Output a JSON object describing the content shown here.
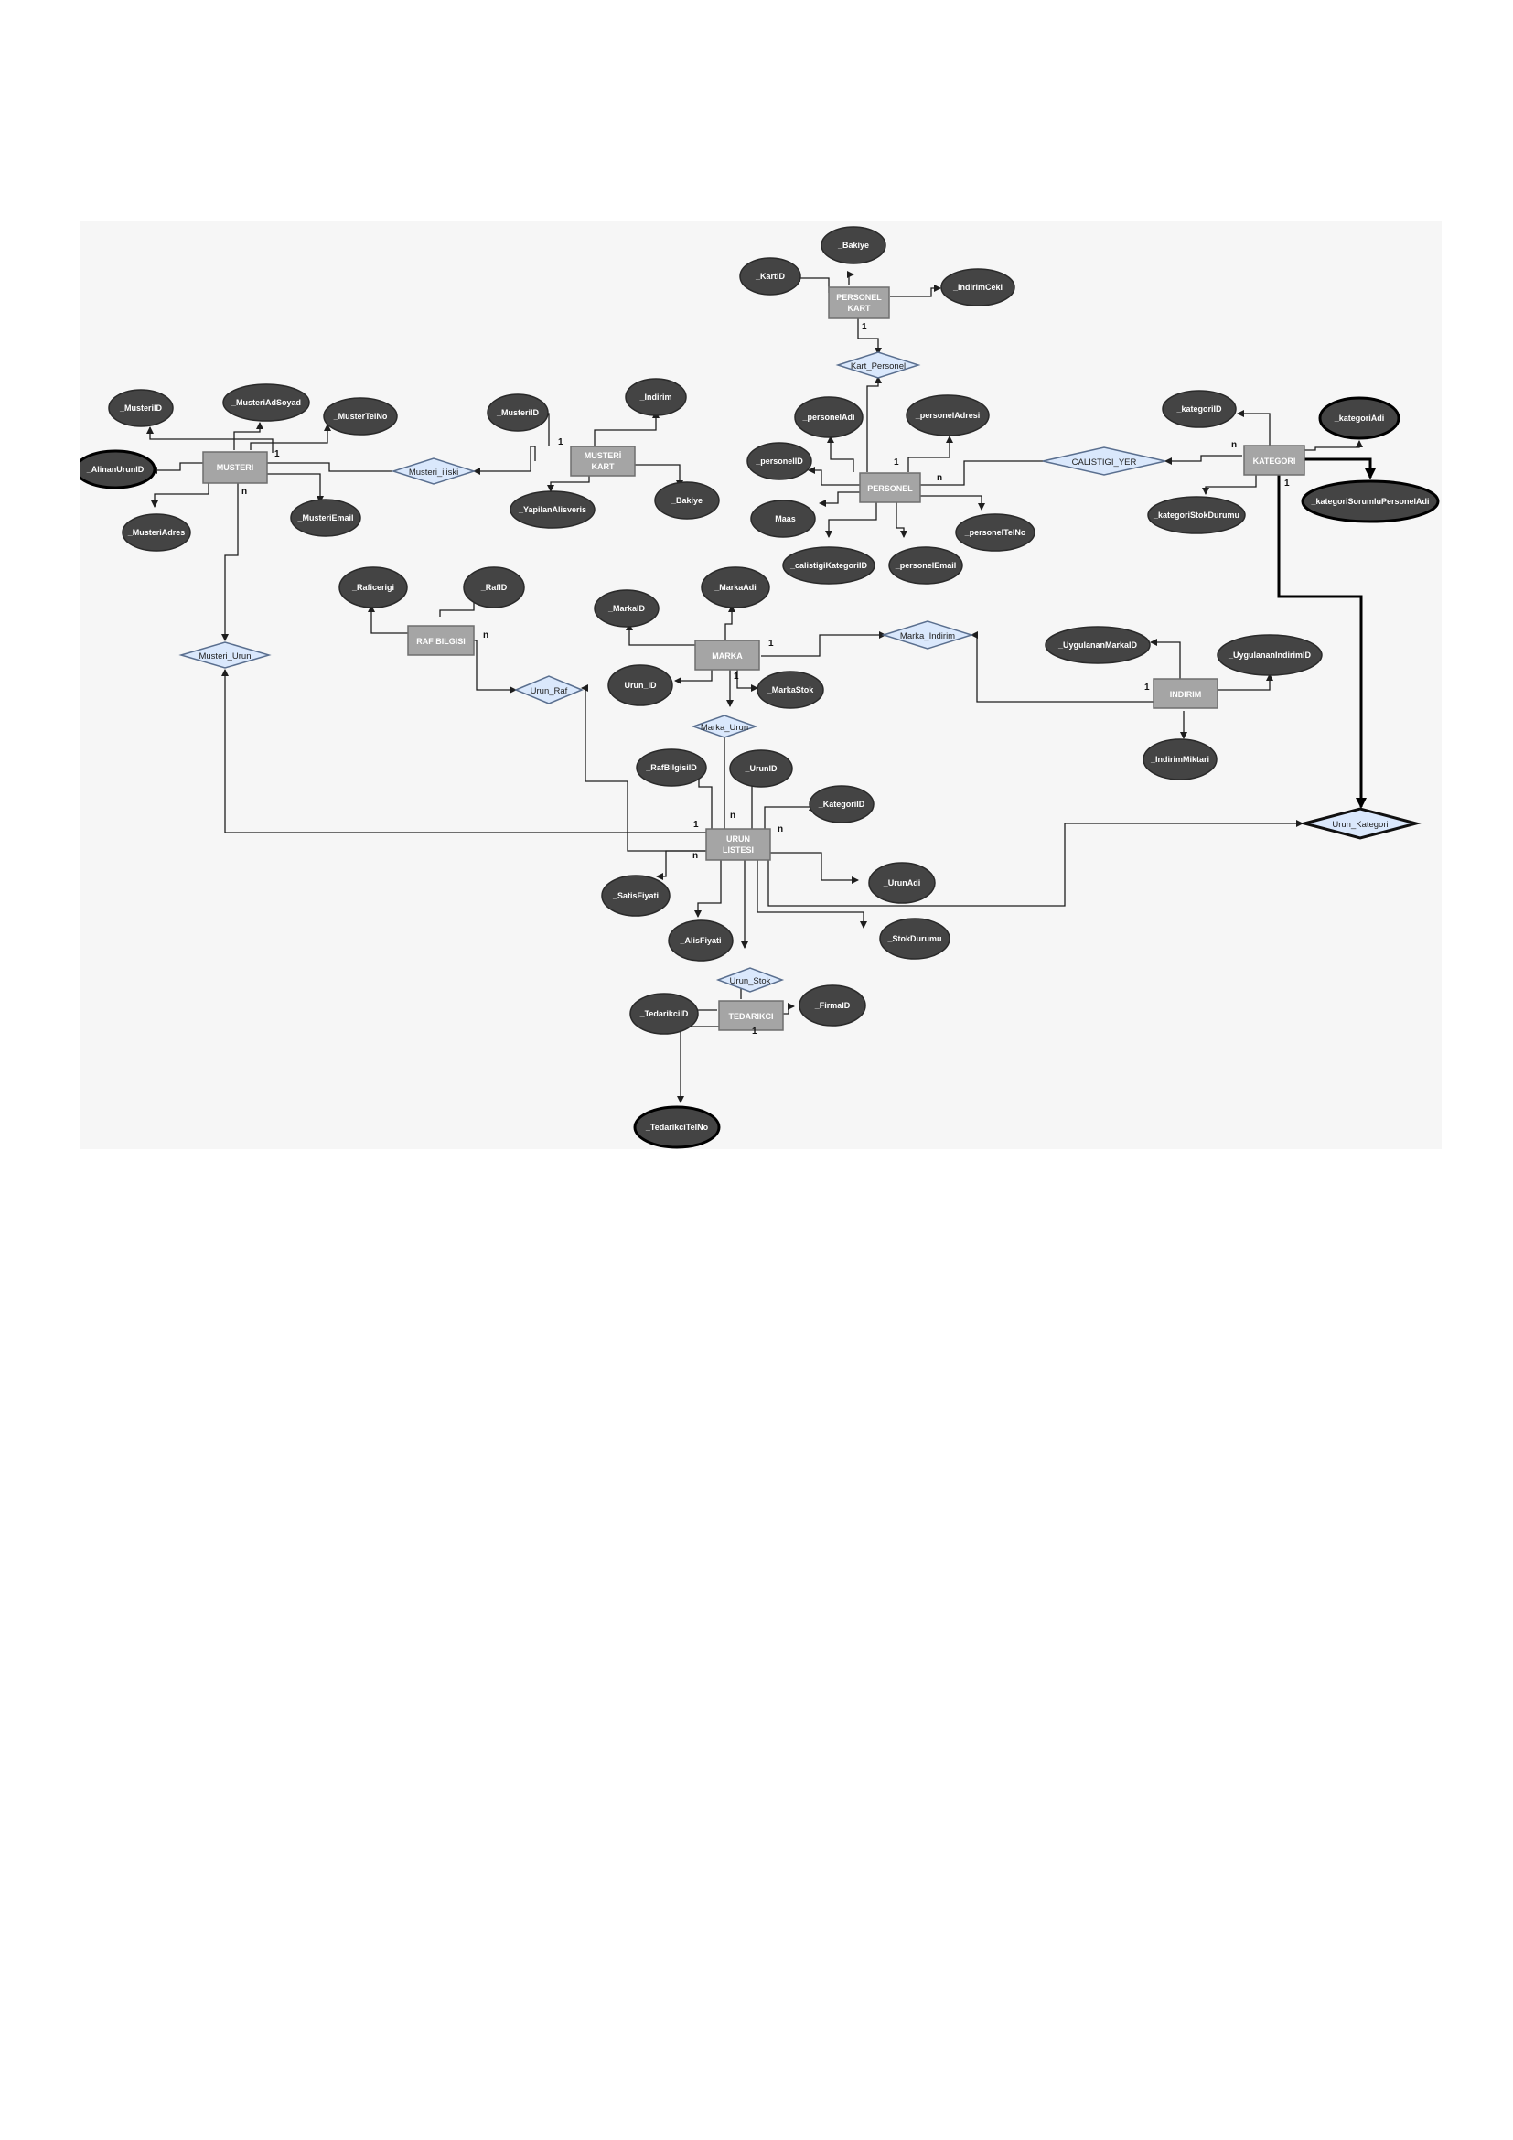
{
  "entities": [
    {
      "id": "personel_kart",
      "lines": [
        "PERSONEL",
        "KART"
      ]
    },
    {
      "id": "musteri",
      "lines": [
        "MUSTERI"
      ]
    },
    {
      "id": "musteri_kart",
      "lines": [
        "MUSTERİ",
        "KART"
      ]
    },
    {
      "id": "personel",
      "lines": [
        "PERSONEL"
      ]
    },
    {
      "id": "kategori",
      "lines": [
        "KATEGORI"
      ]
    },
    {
      "id": "raf_bilgisi",
      "lines": [
        "RAF BILGISI"
      ]
    },
    {
      "id": "marka",
      "lines": [
        "MARKA"
      ]
    },
    {
      "id": "indirim",
      "lines": [
        "INDIRIM"
      ]
    },
    {
      "id": "urun_listesi",
      "lines": [
        "URUN",
        "LISTESI"
      ]
    },
    {
      "id": "tedarikci",
      "lines": [
        "TEDARIKCI"
      ]
    }
  ],
  "relationships": [
    {
      "id": "kart_personel",
      "label": "Kart_Personel"
    },
    {
      "id": "musteri_iliski",
      "label": "Musteri_iliski"
    },
    {
      "id": "calistigi_yer",
      "label": "CALISTIGI_YER"
    },
    {
      "id": "musteri_urun",
      "label": "Musteri_Urun"
    },
    {
      "id": "urun_raf",
      "label": "Urun_Raf"
    },
    {
      "id": "marka_urun",
      "label": "Marka_Urun"
    },
    {
      "id": "marka_indirim",
      "label": "Marka_Indirim"
    },
    {
      "id": "urun_kategori",
      "label": "Urun_Kategori"
    },
    {
      "id": "urun_stok",
      "label": "Urun_Stok"
    }
  ],
  "attributes": [
    {
      "id": "pk_bakiye",
      "label": "_Bakiye"
    },
    {
      "id": "pk_kartid",
      "label": "_KartID"
    },
    {
      "id": "pk_indirimceki",
      "label": "_IndirimCeki"
    },
    {
      "id": "m_musteriid",
      "label": "_MusteriID"
    },
    {
      "id": "m_adsoyad",
      "label": "_MusteriAdSoyad"
    },
    {
      "id": "m_telno",
      "label": "_MusterTelNo"
    },
    {
      "id": "m_alinanurunid",
      "label": "_AlinanUrunID"
    },
    {
      "id": "m_adres",
      "label": "_MusteriAdres"
    },
    {
      "id": "m_email",
      "label": "_MusteriEmail"
    },
    {
      "id": "mk_musteriid",
      "label": "_MusteriID"
    },
    {
      "id": "mk_indirim",
      "label": "_Indirim"
    },
    {
      "id": "mk_yapilan",
      "label": "_YapilanAlisveris"
    },
    {
      "id": "mk_bakiye",
      "label": "_Bakiye"
    },
    {
      "id": "p_adi",
      "label": "_personelAdi"
    },
    {
      "id": "p_adresi",
      "label": "_personelAdresi"
    },
    {
      "id": "p_id",
      "label": "_personelID"
    },
    {
      "id": "p_maas",
      "label": "_Maas"
    },
    {
      "id": "p_calkat",
      "label": "_calistigiKategoriID"
    },
    {
      "id": "p_email",
      "label": "_personelEmail"
    },
    {
      "id": "p_telno",
      "label": "_personelTelNo"
    },
    {
      "id": "k_id",
      "label": "_kategoriID"
    },
    {
      "id": "k_adi",
      "label": "_kategoriAdi"
    },
    {
      "id": "k_stok",
      "label": "_kategoriStokDurumu"
    },
    {
      "id": "k_sorumlu",
      "label": "_kategoriSorumluPersonelAdi"
    },
    {
      "id": "r_icerigi",
      "label": "_Raficerigi"
    },
    {
      "id": "r_id",
      "label": "_RafID"
    },
    {
      "id": "mr_id",
      "label": "_MarkaID"
    },
    {
      "id": "mr_adi",
      "label": "_MarkaAdi"
    },
    {
      "id": "mr_urunid",
      "label": "Urun_ID"
    },
    {
      "id": "mr_stok",
      "label": "_MarkaStok"
    },
    {
      "id": "i_markaid",
      "label": "_UygulananMarkaID"
    },
    {
      "id": "i_indirimid",
      "label": "_UygulananIndirimID"
    },
    {
      "id": "i_miktar",
      "label": "_IndirimMiktari"
    },
    {
      "id": "u_rafid",
      "label": "_RafBilgisiID"
    },
    {
      "id": "u_urunid",
      "label": "_UrunID"
    },
    {
      "id": "u_katid",
      "label": "_KategoriID"
    },
    {
      "id": "u_satis",
      "label": "_SatisFiyati"
    },
    {
      "id": "u_alis",
      "label": "_AlisFiyati"
    },
    {
      "id": "u_adi",
      "label": "_UrunAdi"
    },
    {
      "id": "u_stok",
      "label": "_StokDurumu"
    },
    {
      "id": "t_id",
      "label": "_TedarikciID"
    },
    {
      "id": "t_firma",
      "label": "_FirmaID"
    },
    {
      "id": "t_telno",
      "label": "_TedarikciTelNo"
    }
  ],
  "cardinalities": [
    {
      "id": "c_pk_1",
      "label": "1"
    },
    {
      "id": "c_m_1",
      "label": "1"
    },
    {
      "id": "c_m_n",
      "label": "n"
    },
    {
      "id": "c_mk_1",
      "label": "1"
    },
    {
      "id": "c_p_1",
      "label": "1"
    },
    {
      "id": "c_p_n",
      "label": "n"
    },
    {
      "id": "c_k_n",
      "label": "n"
    },
    {
      "id": "c_k_1",
      "label": "1"
    },
    {
      "id": "c_r_n",
      "label": "n"
    },
    {
      "id": "c_mr_1a",
      "label": "1"
    },
    {
      "id": "c_mr_1b",
      "label": "1"
    },
    {
      "id": "c_i_1",
      "label": "1"
    },
    {
      "id": "c_u_n1",
      "label": "n"
    },
    {
      "id": "c_u_1",
      "label": "1"
    },
    {
      "id": "c_u_n2",
      "label": "n"
    },
    {
      "id": "c_u_n3",
      "label": "n"
    },
    {
      "id": "c_t_1",
      "label": "1"
    }
  ]
}
